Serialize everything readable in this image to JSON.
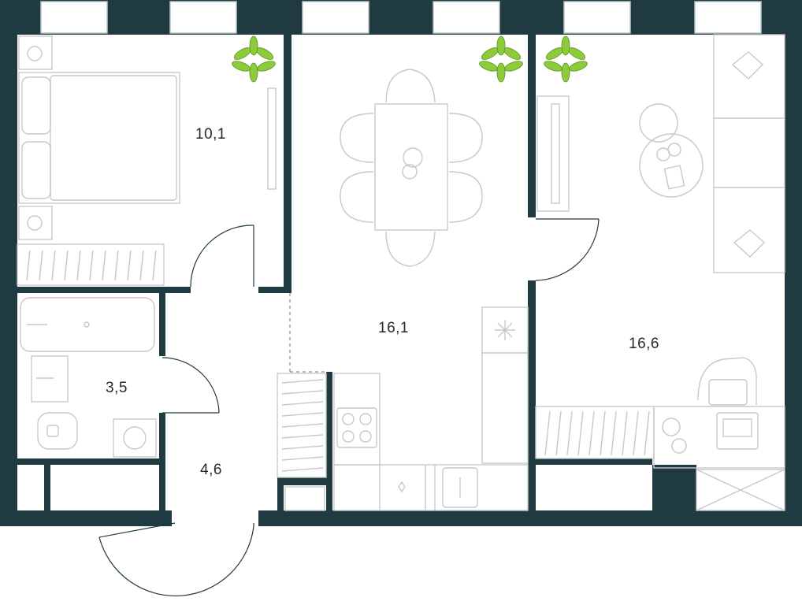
{
  "rooms": {
    "bedroom": {
      "area": "10,1"
    },
    "kitchen_living": {
      "area": "16,1"
    },
    "living": {
      "area": "16,6"
    },
    "bathroom": {
      "area": "3,5"
    },
    "hallway": {
      "area": "4,6"
    }
  },
  "colors": {
    "wall": "#1f3a40",
    "furniture_line": "#c6c9cb",
    "plant": "#8ccc3a",
    "background": "#ffffff"
  }
}
